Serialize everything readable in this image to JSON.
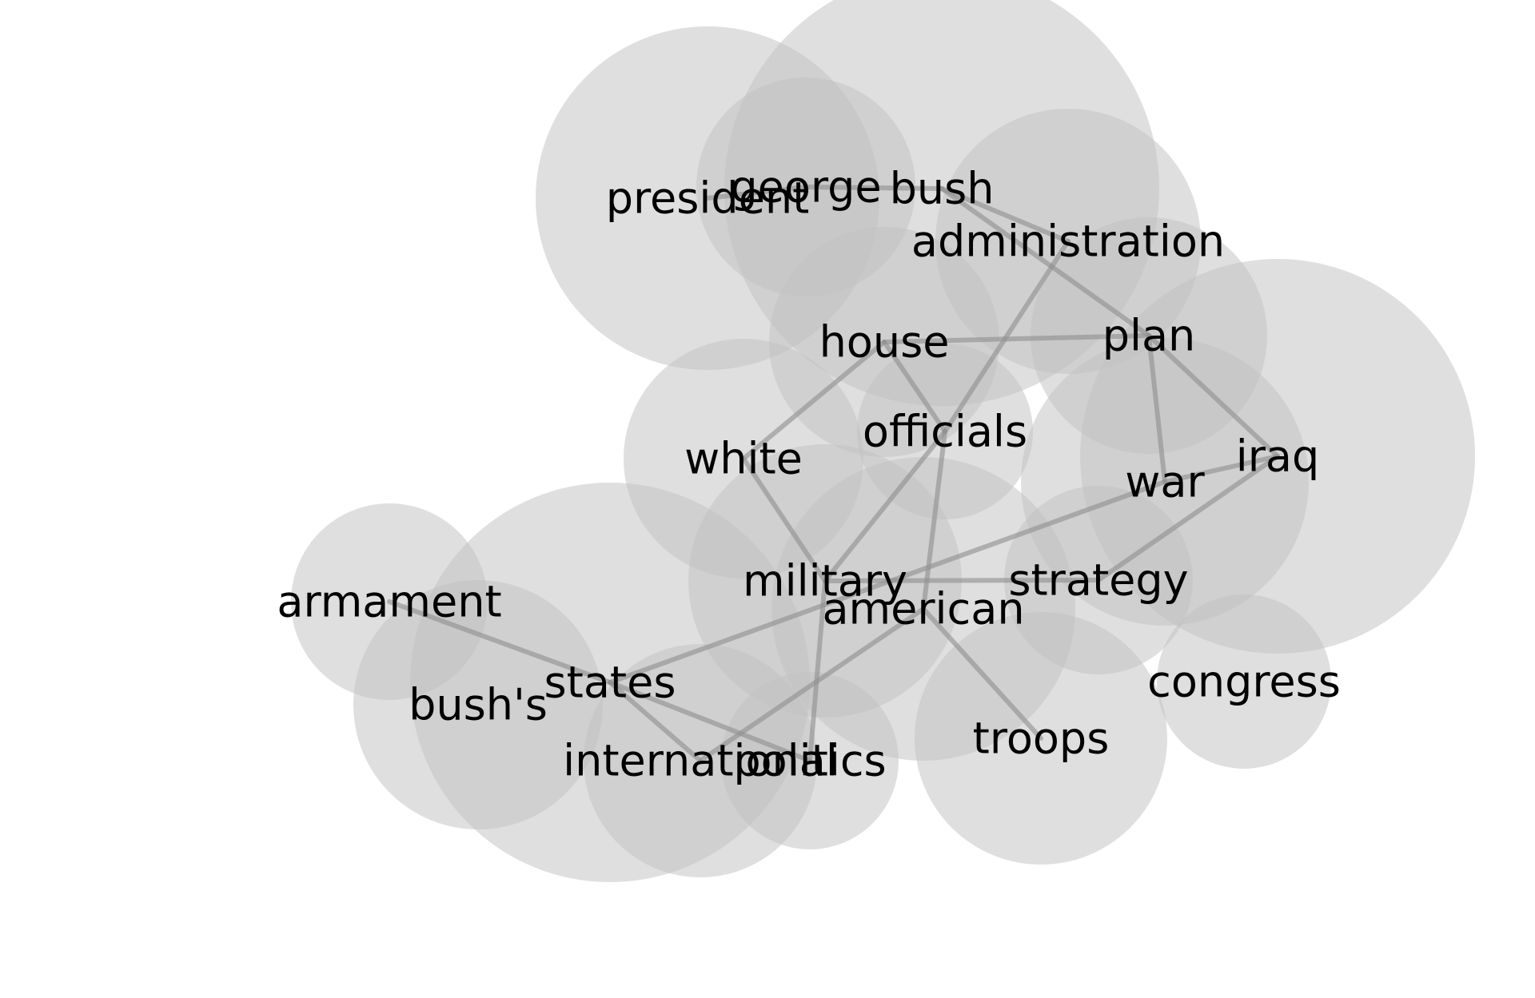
{
  "nodes": [
    {
      "id": "president",
      "label": "president"
    },
    {
      "id": "george",
      "label": "george"
    },
    {
      "id": "bush",
      "label": "bush"
    },
    {
      "id": "administration",
      "label": "administration"
    },
    {
      "id": "plan",
      "label": "plan"
    },
    {
      "id": "house",
      "label": "house"
    },
    {
      "id": "officials",
      "label": "officials"
    },
    {
      "id": "iraq",
      "label": "iraq"
    },
    {
      "id": "war",
      "label": "war"
    },
    {
      "id": "white",
      "label": "white"
    },
    {
      "id": "military",
      "label": "military"
    },
    {
      "id": "strategy",
      "label": "strategy"
    },
    {
      "id": "american",
      "label": "american"
    },
    {
      "id": "armament",
      "label": "armament"
    },
    {
      "id": "bushs",
      "label": "bush's"
    },
    {
      "id": "states",
      "label": "states"
    },
    {
      "id": "international",
      "label": "international"
    },
    {
      "id": "politics",
      "label": "politics"
    },
    {
      "id": "troops",
      "label": "troops"
    },
    {
      "id": "congress",
      "label": "congress"
    }
  ],
  "edges": [
    [
      "president",
      "george"
    ],
    [
      "george",
      "bush"
    ],
    [
      "bush",
      "administration"
    ],
    [
      "bush",
      "plan"
    ],
    [
      "administration",
      "officials"
    ],
    [
      "house",
      "plan"
    ],
    [
      "house",
      "white"
    ],
    [
      "house",
      "officials"
    ],
    [
      "plan",
      "war"
    ],
    [
      "plan",
      "iraq"
    ],
    [
      "iraq",
      "war"
    ],
    [
      "iraq",
      "strategy"
    ],
    [
      "war",
      "states"
    ],
    [
      "white",
      "military"
    ],
    [
      "officials",
      "military"
    ],
    [
      "officials",
      "american"
    ],
    [
      "military",
      "strategy"
    ],
    [
      "military",
      "politics"
    ],
    [
      "american",
      "international"
    ],
    [
      "american",
      "troops"
    ],
    [
      "armament",
      "states"
    ],
    [
      "states",
      "international"
    ],
    [
      "states",
      "politics"
    ]
  ],
  "colors": {
    "node_fill": "#c2c2c2",
    "edge_stroke": "#909090",
    "label": "#000000"
  }
}
